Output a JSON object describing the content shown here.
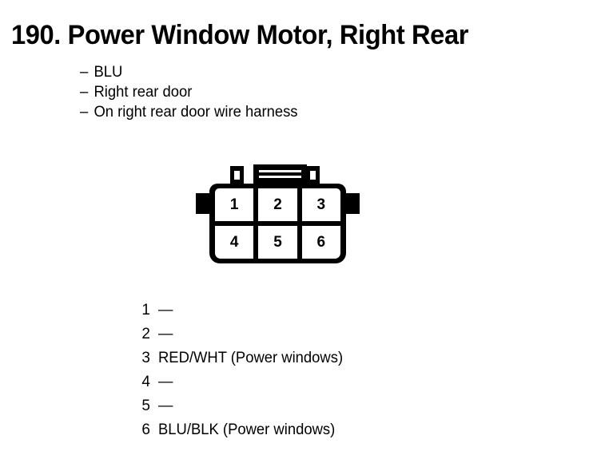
{
  "page": {
    "title": "190. Power Window Motor, Right Rear",
    "background_color": "#ffffff",
    "ink_color": "#000000"
  },
  "notes": {
    "dash": "–",
    "items": [
      "BLU",
      "Right rear door",
      "On right rear door wire harness"
    ]
  },
  "connector": {
    "type": "6-pin connector face view",
    "rows": 2,
    "columns": 3,
    "cells": [
      {
        "label": "1"
      },
      {
        "label": "2"
      },
      {
        "label": "3"
      },
      {
        "label": "4"
      },
      {
        "label": "5"
      },
      {
        "label": "6"
      }
    ]
  },
  "pin_list": {
    "empty_marker": "—",
    "rows": [
      {
        "pin": "1",
        "desc": "—"
      },
      {
        "pin": "2",
        "desc": "—"
      },
      {
        "pin": "3",
        "desc": "RED/WHT (Power windows)"
      },
      {
        "pin": "4",
        "desc": "—"
      },
      {
        "pin": "5",
        "desc": "—"
      },
      {
        "pin": "6",
        "desc": "BLU/BLK (Power windows)"
      }
    ]
  }
}
